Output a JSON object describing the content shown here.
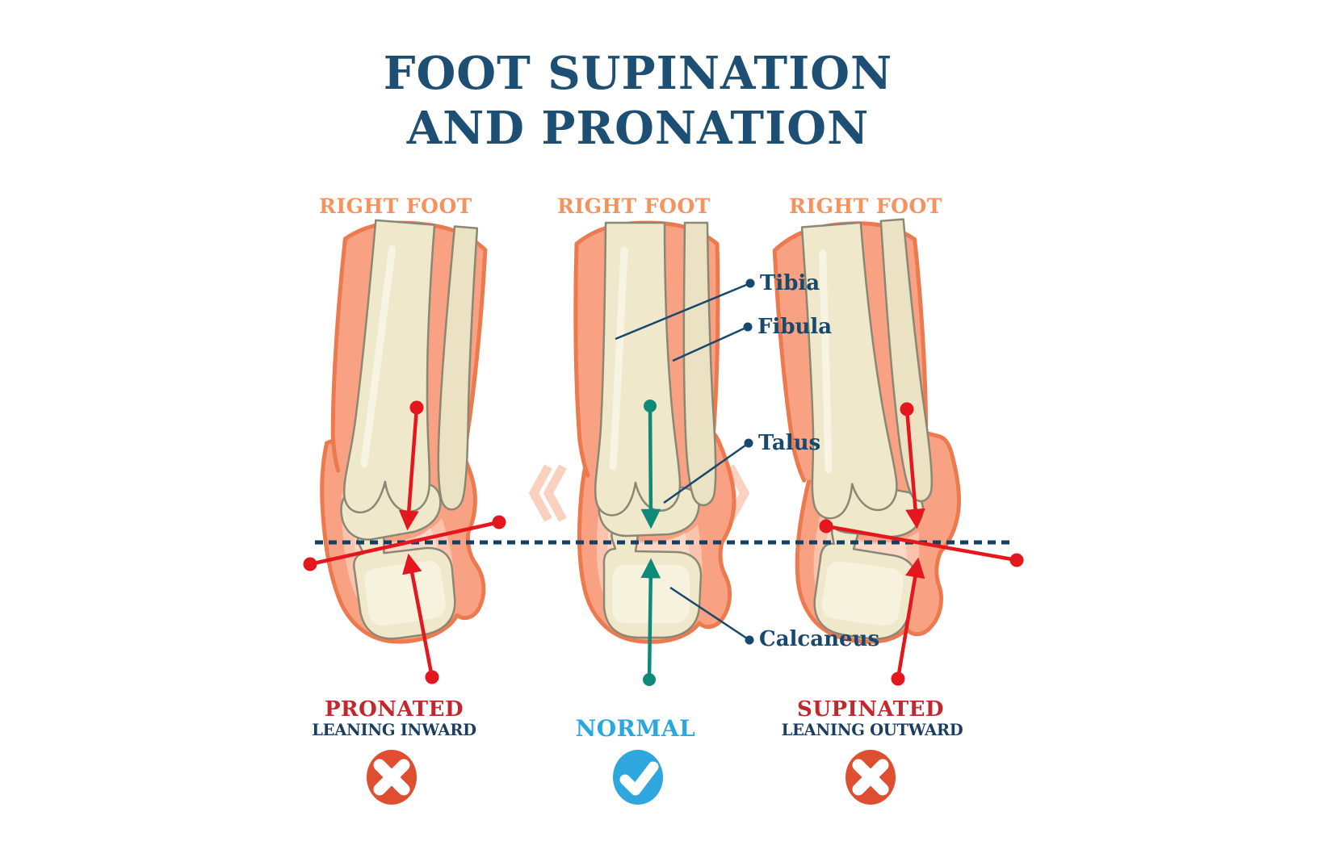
{
  "title": {
    "line1": "FOOT SUPINATION",
    "line2": "AND PRONATION"
  },
  "columns": [
    {
      "foot_label": "RIGHT FOOT",
      "condition": "PRONATED",
      "detail": "LEANING INWARD",
      "status": "incorrect"
    },
    {
      "foot_label": "RIGHT FOOT",
      "condition": "NORMAL",
      "detail": "",
      "status": "correct"
    },
    {
      "foot_label": "RIGHT FOOT",
      "condition": "SUPINATED",
      "detail": "LEANING OUTWARD",
      "status": "incorrect"
    }
  ],
  "anatomy_labels": [
    {
      "label": "Tibia"
    },
    {
      "label": "Fibula"
    },
    {
      "label": "Talus"
    },
    {
      "label": "Calcaneus"
    }
  ],
  "colors": {
    "title_navy": "#1D4E74",
    "label_orange": "#F6925E",
    "annotation_navy": "#17486E",
    "arrow_red": "#E3171D",
    "arrow_teal": "#0E8A78",
    "condition_red": "#C1272D",
    "normal_blue": "#29A8E0",
    "detail_navy": "#1B3D5F",
    "x_icon_red": "#E04E31",
    "check_icon_blue": "#2EA7DE",
    "dashed_line_navy": "#123F63",
    "skin": "#F8A183",
    "skin_outline": "#EC7A4E",
    "bone": "#EFE8CB",
    "bone_outline": "#8A8874"
  }
}
